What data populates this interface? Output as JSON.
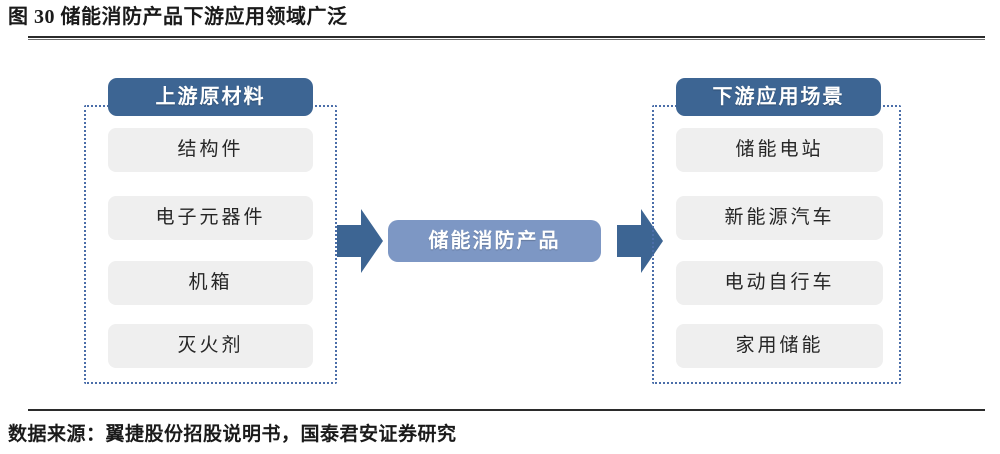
{
  "figure": {
    "title": "图 30 储能消防产品下游应用领域广泛",
    "source_note": "数据来源：翼捷股份招股说明书，国泰君安证券研究"
  },
  "colors": {
    "header_blue": "#3d6593",
    "center_blue": "#7d97c4",
    "arrow_blue": "#3d6593",
    "chip_gray": "#efefef",
    "dotted_border": "#4b6ea9",
    "rule_dark": "#2b2b2b"
  },
  "diagram": {
    "type": "value-chain-flow",
    "groups": [
      {
        "id": "upstream",
        "header": "上游原材料",
        "items": [
          {
            "label": "结构件"
          },
          {
            "label": "电子元器件"
          },
          {
            "label": "机箱"
          },
          {
            "label": "灭火剂"
          }
        ]
      },
      {
        "id": "downstream",
        "header": "下游应用场景",
        "items": [
          {
            "label": "储能电站"
          },
          {
            "label": "新能源汽车"
          },
          {
            "label": "电动自行车"
          },
          {
            "label": "家用储能"
          }
        ]
      }
    ],
    "center": {
      "label": "储能消防产品"
    },
    "arrows": [
      {
        "id": "left",
        "direction": "right",
        "icon": "right-arrow-icon"
      },
      {
        "id": "right",
        "direction": "right",
        "icon": "right-arrow-icon"
      }
    ]
  }
}
